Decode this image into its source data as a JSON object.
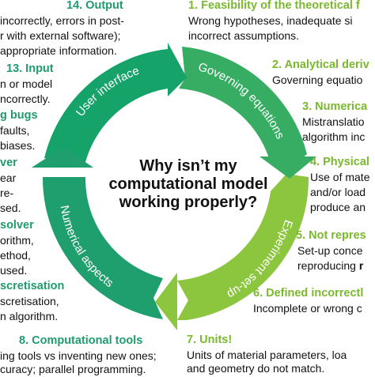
{
  "center": {
    "line1": "Why isn’t my",
    "line2": "computational model",
    "line3": "working properly?"
  },
  "colors": {
    "user_interface": "#16a36a",
    "governing_equations": "#37ad63",
    "experiment_setup": "#8cc63f",
    "numerical_aspects": "#1f9e6e",
    "heading_dark": "#1f9b6e",
    "heading_light": "#7ab82e",
    "text": "#111111"
  },
  "ring": {
    "user_interface": "User interface",
    "governing_equations": "Governing equations",
    "experiment_setup": "Experiment set-up",
    "numerical_aspects": "Numerical aspects"
  },
  "items": {
    "i14": {
      "heading": "14. Output",
      "lines": [
        "incorrectly, errors in post-",
        "r with external software);",
        "appropriate information."
      ]
    },
    "i1": {
      "heading": "1. Feasibility of the theoretical f",
      "lines": [
        "Wrong hypotheses, inadequate si",
        "incorrect assumptions."
      ]
    },
    "i13": {
      "heading": "13. Input",
      "lines": [
        "n or model",
        "ncorrectly."
      ]
    },
    "i2": {
      "heading": "2. Analytical deriv",
      "lines": [
        "Governing equatio"
      ]
    },
    "i12": {
      "heading": "g bugs",
      "lines": [
        "faults,",
        "biases."
      ]
    },
    "i3": {
      "heading": "3. Numerica",
      "lines": [
        "Mistranslatio",
        "algorithm inc"
      ]
    },
    "i11": {
      "heading": "ver",
      "lines": [
        "ear",
        "re-",
        "sed."
      ]
    },
    "i4": {
      "heading": "4. Physical",
      "lines": [
        "Use of mate",
        "and/or load",
        "produce an"
      ]
    },
    "i10": {
      "heading": "solver",
      "lines": [
        "orithm,",
        "ethod,",
        "used."
      ]
    },
    "i5": {
      "heading": "5. Not repres",
      "lines": [
        "Set-up conce",
        "reproducing"
      ],
      "bold_tail": "r"
    },
    "i9": {
      "heading": "scretisation",
      "lines": [
        "scretisation,",
        "n algorithm."
      ]
    },
    "i6": {
      "heading": "6. Defined incorrectl",
      "lines": [
        "Incomplete or wrong c"
      ]
    },
    "i8": {
      "heading": "8. Computational tools",
      "lines": [
        "ing tools vs inventing new ones;",
        "curacy; parallel programming."
      ]
    },
    "i7": {
      "heading": "7. Units!",
      "lines": [
        "Units of material parameters, loa",
        "and geometry do not match."
      ]
    }
  }
}
